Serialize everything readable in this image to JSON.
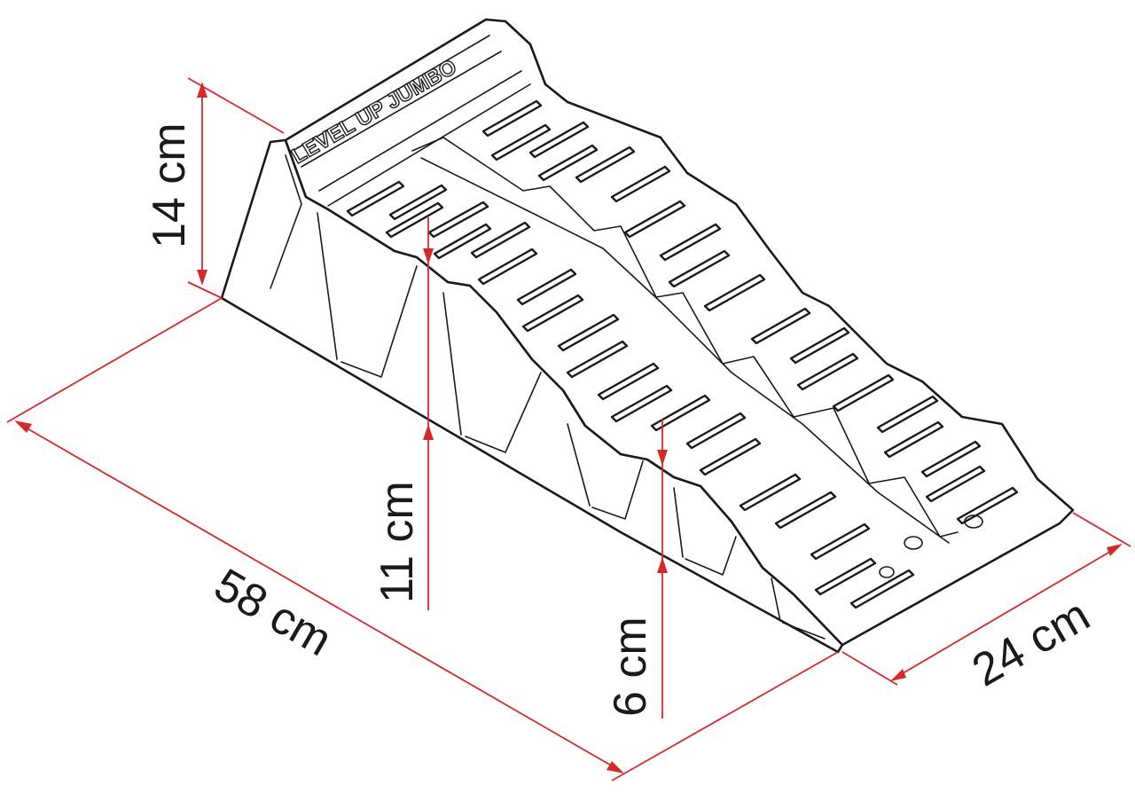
{
  "product": {
    "brand_text": "LEVEL UP JUMBO"
  },
  "dimensions": {
    "length": "58 cm",
    "width": "24 cm",
    "max_height": "14 cm",
    "mid_step_height": "11 cm",
    "low_step_height": "6 cm"
  },
  "colors": {
    "dimension_lines": "#d62a2a",
    "outline": "#1a1a1a",
    "background": "#ffffff"
  }
}
